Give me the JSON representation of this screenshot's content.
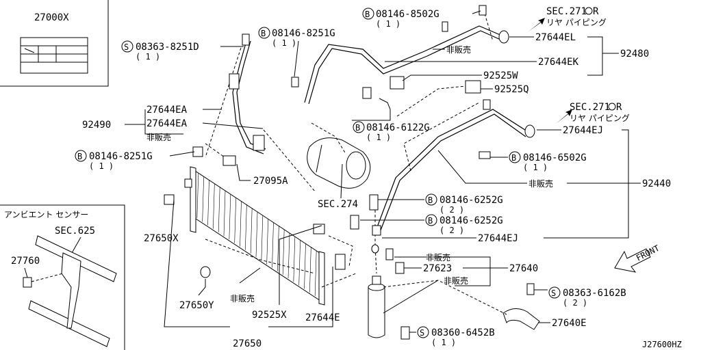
{
  "labels": {
    "box_part": "27000X",
    "ambient_title": "アンビエント センサー",
    "sec625": "SEC.625",
    "p27760": "27760",
    "bolt_8363_8251": "08363-8251D",
    "qty1_a": "( 1 )",
    "bolt_8251_top": "08146-8251G",
    "qty1_b": "( 1 )",
    "bolt_8502": "08146-8502G",
    "qty1_c": "( 1 )",
    "sec2710_top": "SEC.271",
    "sec2710_top_r": "R",
    "rear_piping_top": "リヤ パイピング",
    "p27644EL": "27644EL",
    "not_sold_top": "非販売",
    "p92480": "92480",
    "p27644EK": "27644EK",
    "p92525W": "92525W",
    "p92525Q": "92525Q",
    "p27644EA_1": "27644EA",
    "p92490": "92490",
    "p27644EA_2": "27644EA",
    "not_sold_left": "非販売",
    "bolt_6122": "08146-6122G",
    "qty1_d": "( 1 )",
    "sec2710_mid": "SEC.271",
    "sec2710_mid_r": "R",
    "rear_piping_mid": "リヤ パイピング",
    "p27644EJ_1": "27644EJ",
    "bolt_6502": "08146-6502G",
    "qty1_e": "( 1 )",
    "bolt_8251_left": "08146-8251G",
    "qty1_f": "( 1 )",
    "p27095A": "27095A",
    "not_sold_mid": "非販売",
    "p92440": "92440",
    "sec274": "SEC.274",
    "bolt_6252_1": "08146-6252G",
    "qty2_a": "( 2 )",
    "bolt_6252_2": "08146-6252G",
    "qty2_b": "( 2 )",
    "p27650X": "27650X",
    "p27644EJ_2": "27644EJ",
    "not_sold_r1": "非販売",
    "p27623": "27623",
    "p27640": "27640",
    "not_sold_r2": "非販売",
    "front": "FRONT",
    "bolt_6162": "08363-6162B",
    "qty2_c": "( 2 )",
    "p27650Y": "27650Y",
    "not_sold_bottom": "非販売",
    "p92525X": "92525X",
    "p27644E": "27644E",
    "p27640E": "27640E",
    "bolt_6452": "08360-6452B",
    "qty1_g": "( 1 )",
    "p27650": "27650",
    "diagram_code": "J27600HZ",
    "mark_b": "B",
    "mark_s": "S"
  },
  "colors": {
    "ink": "#000000",
    "paper": "#ffffff"
  }
}
